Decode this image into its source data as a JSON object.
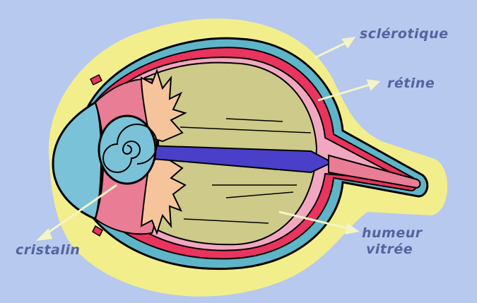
{
  "labels": {
    "sclerotique": "sclérotique",
    "retine": "rétine",
    "humeur_line1": "humeur",
    "humeur_line2": "vitrée",
    "cristalin": "cristalin"
  },
  "colors": {
    "background": "#b7c9ee",
    "halo": "#f3ee8c",
    "sclera": "#5fb5c8",
    "choroid": "#e8345e",
    "retina": "#f2a7c0",
    "vitreous": "#cdca8a",
    "cornea": "#79c2d8",
    "lens": "#79c2d8",
    "ciliary": "#f5c49a",
    "iris": "#e97d96",
    "optic_axis": "#4a3fc8",
    "label": "#55639e",
    "arrow": "#f4f4c6",
    "outline": "#000000"
  }
}
